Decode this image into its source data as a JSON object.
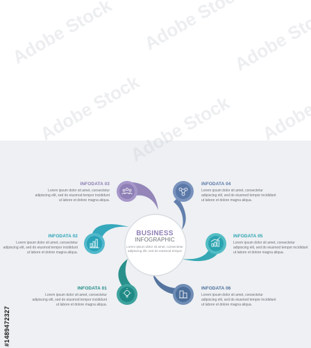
{
  "center": {
    "title": "BUSINESS",
    "subtitle": "INFOGRAPHIC",
    "body": "Lorem ipsum dolor sit amet, consectetur adipiscing elit, sed do eiusmod tempor"
  },
  "items": [
    {
      "id": "01",
      "title": "INFODATA 01",
      "color": "#1f8a85",
      "icon": "lightbulb-icon",
      "body": "Lorem ipsum dolor sit amet, consectetur adipiscing elit, sed do eiusmod tempor incididunt ut labore et dolore magna aliqua."
    },
    {
      "id": "02",
      "title": "INFODATA 02",
      "color": "#2aa3b8",
      "icon": "bar-chart-icon",
      "body": "Lorem ipsum dolor sit amet, consectetur adipiscing elit, sed do eiusmod tempor incididunt ut labore et dolore magna aliqua."
    },
    {
      "id": "03",
      "title": "INFODATA 03",
      "color": "#8e7fb5",
      "icon": "people-icon",
      "body": "Lorem ipsum dolor sit amet, consectetur adipiscing elit, sed do eiusmod tempor incididunt ut labore et dolore magna aliqua."
    },
    {
      "id": "04",
      "title": "INFODATA 04",
      "color": "#5a78a8",
      "icon": "network-icon",
      "body": "Lorem ipsum dolor sit amet, consectetur adipiscing elit, sed do eiusmod tempor incididunt ut labore et dolore magna aliqua."
    },
    {
      "id": "05",
      "title": "INFODATA 05",
      "color": "#2ba3b0",
      "icon": "growth-chart-icon",
      "body": "Lorem ipsum dolor sit amet, consectetur adipiscing elit, sed do eiusmod tempor incididunt ut labore et dolore magna aliqua."
    },
    {
      "id": "06",
      "title": "INFODATA 06",
      "color": "#4c6e9b",
      "icon": "building-icon",
      "body": "Lorem ipsum dolor sit amet, consectetur adipiscing elit, sed do eiusmod tempor incididunt ut labore et dolore magna aliqua."
    }
  ],
  "watermark": "Adobe Stock",
  "stock_id": "#1489472327"
}
